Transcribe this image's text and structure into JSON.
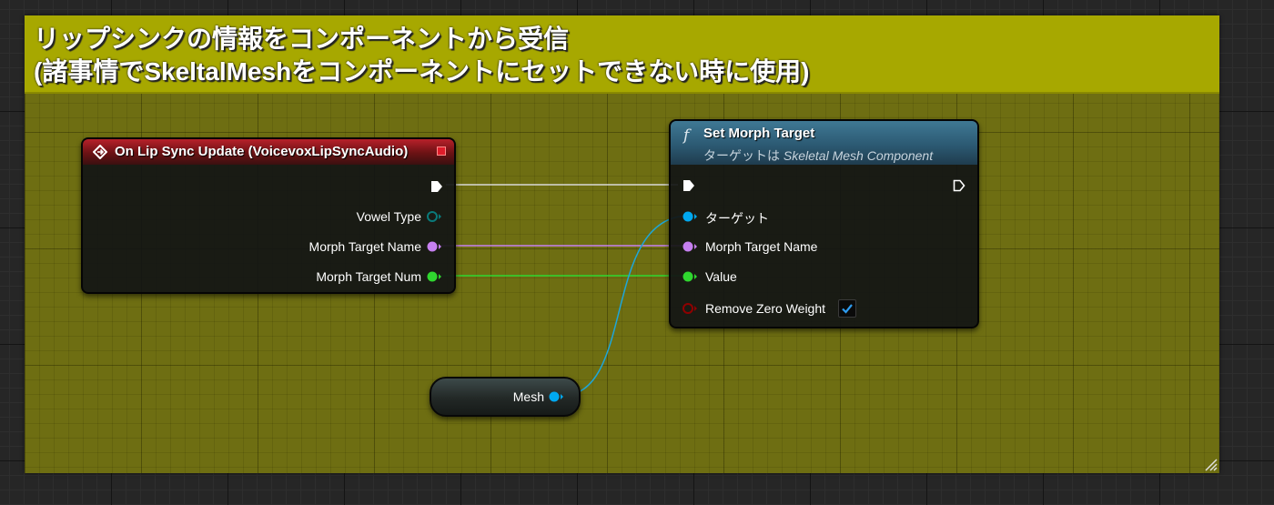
{
  "comment": {
    "line1": "リップシンクの情報をコンポーネントから受信",
    "line2": "(諸事情でSkeltalMeshをコンポーネントにセットできない時に使用)",
    "color": "#a7a800"
  },
  "event_node": {
    "title": "On Lip Sync Update (VoicevoxLipSyncAudio)",
    "icon": "event-diamond-icon",
    "pins": {
      "vowel_type": "Vowel Type",
      "morph_target_name": "Morph Target Name",
      "morph_target_num": "Morph Target Num"
    }
  },
  "func_node": {
    "title": "Set Morph Target",
    "icon": "function-f-icon",
    "subtitle_prefix": "ターゲットは ",
    "subtitle_class": "Skeletal Mesh Component",
    "pins": {
      "target": "ターゲット",
      "morph_target_name": "Morph Target Name",
      "value": "Value",
      "remove_zero_weight": "Remove Zero Weight"
    },
    "remove_zero_weight_checked": true
  },
  "mesh_node": {
    "label": "Mesh"
  },
  "colors": {
    "exec": "#ffffff",
    "object": "#00a8f0",
    "name": "#c680f0",
    "integer": "#2fd72f",
    "enum": "#006b6b",
    "bool": "#8f0000"
  }
}
